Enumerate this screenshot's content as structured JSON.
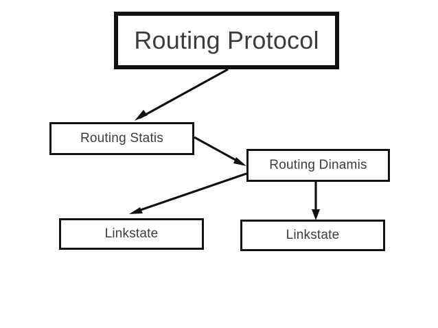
{
  "diagram": {
    "title_text": "Routing Protocol",
    "background_color": "#ffffff",
    "line_color": "#111111",
    "text_color": "#3c3c3c",
    "nodes": [
      {
        "id": "root",
        "label": "Routing Protocol"
      },
      {
        "id": "statis",
        "label": "Routing Statis"
      },
      {
        "id": "dinamis",
        "label": "Routing Dinamis"
      },
      {
        "id": "linkstate_left",
        "label": "Linkstate"
      },
      {
        "id": "linkstate_right",
        "label": "Linkstate"
      }
    ],
    "edges": [
      {
        "id": "root-to-statis",
        "from": "root",
        "to": "statis",
        "style": "solid-arrow"
      },
      {
        "id": "statis-to-dinamis",
        "from": "statis",
        "to": "dinamis",
        "style": "solid-arrow"
      },
      {
        "id": "dinamis-to-linkstate-left",
        "from": "dinamis",
        "to": "linkstate_left",
        "style": "solid-arrow"
      },
      {
        "id": "dinamis-to-linkstate-right",
        "from": "dinamis",
        "to": "linkstate_right",
        "style": "solid-arrow"
      }
    ]
  }
}
